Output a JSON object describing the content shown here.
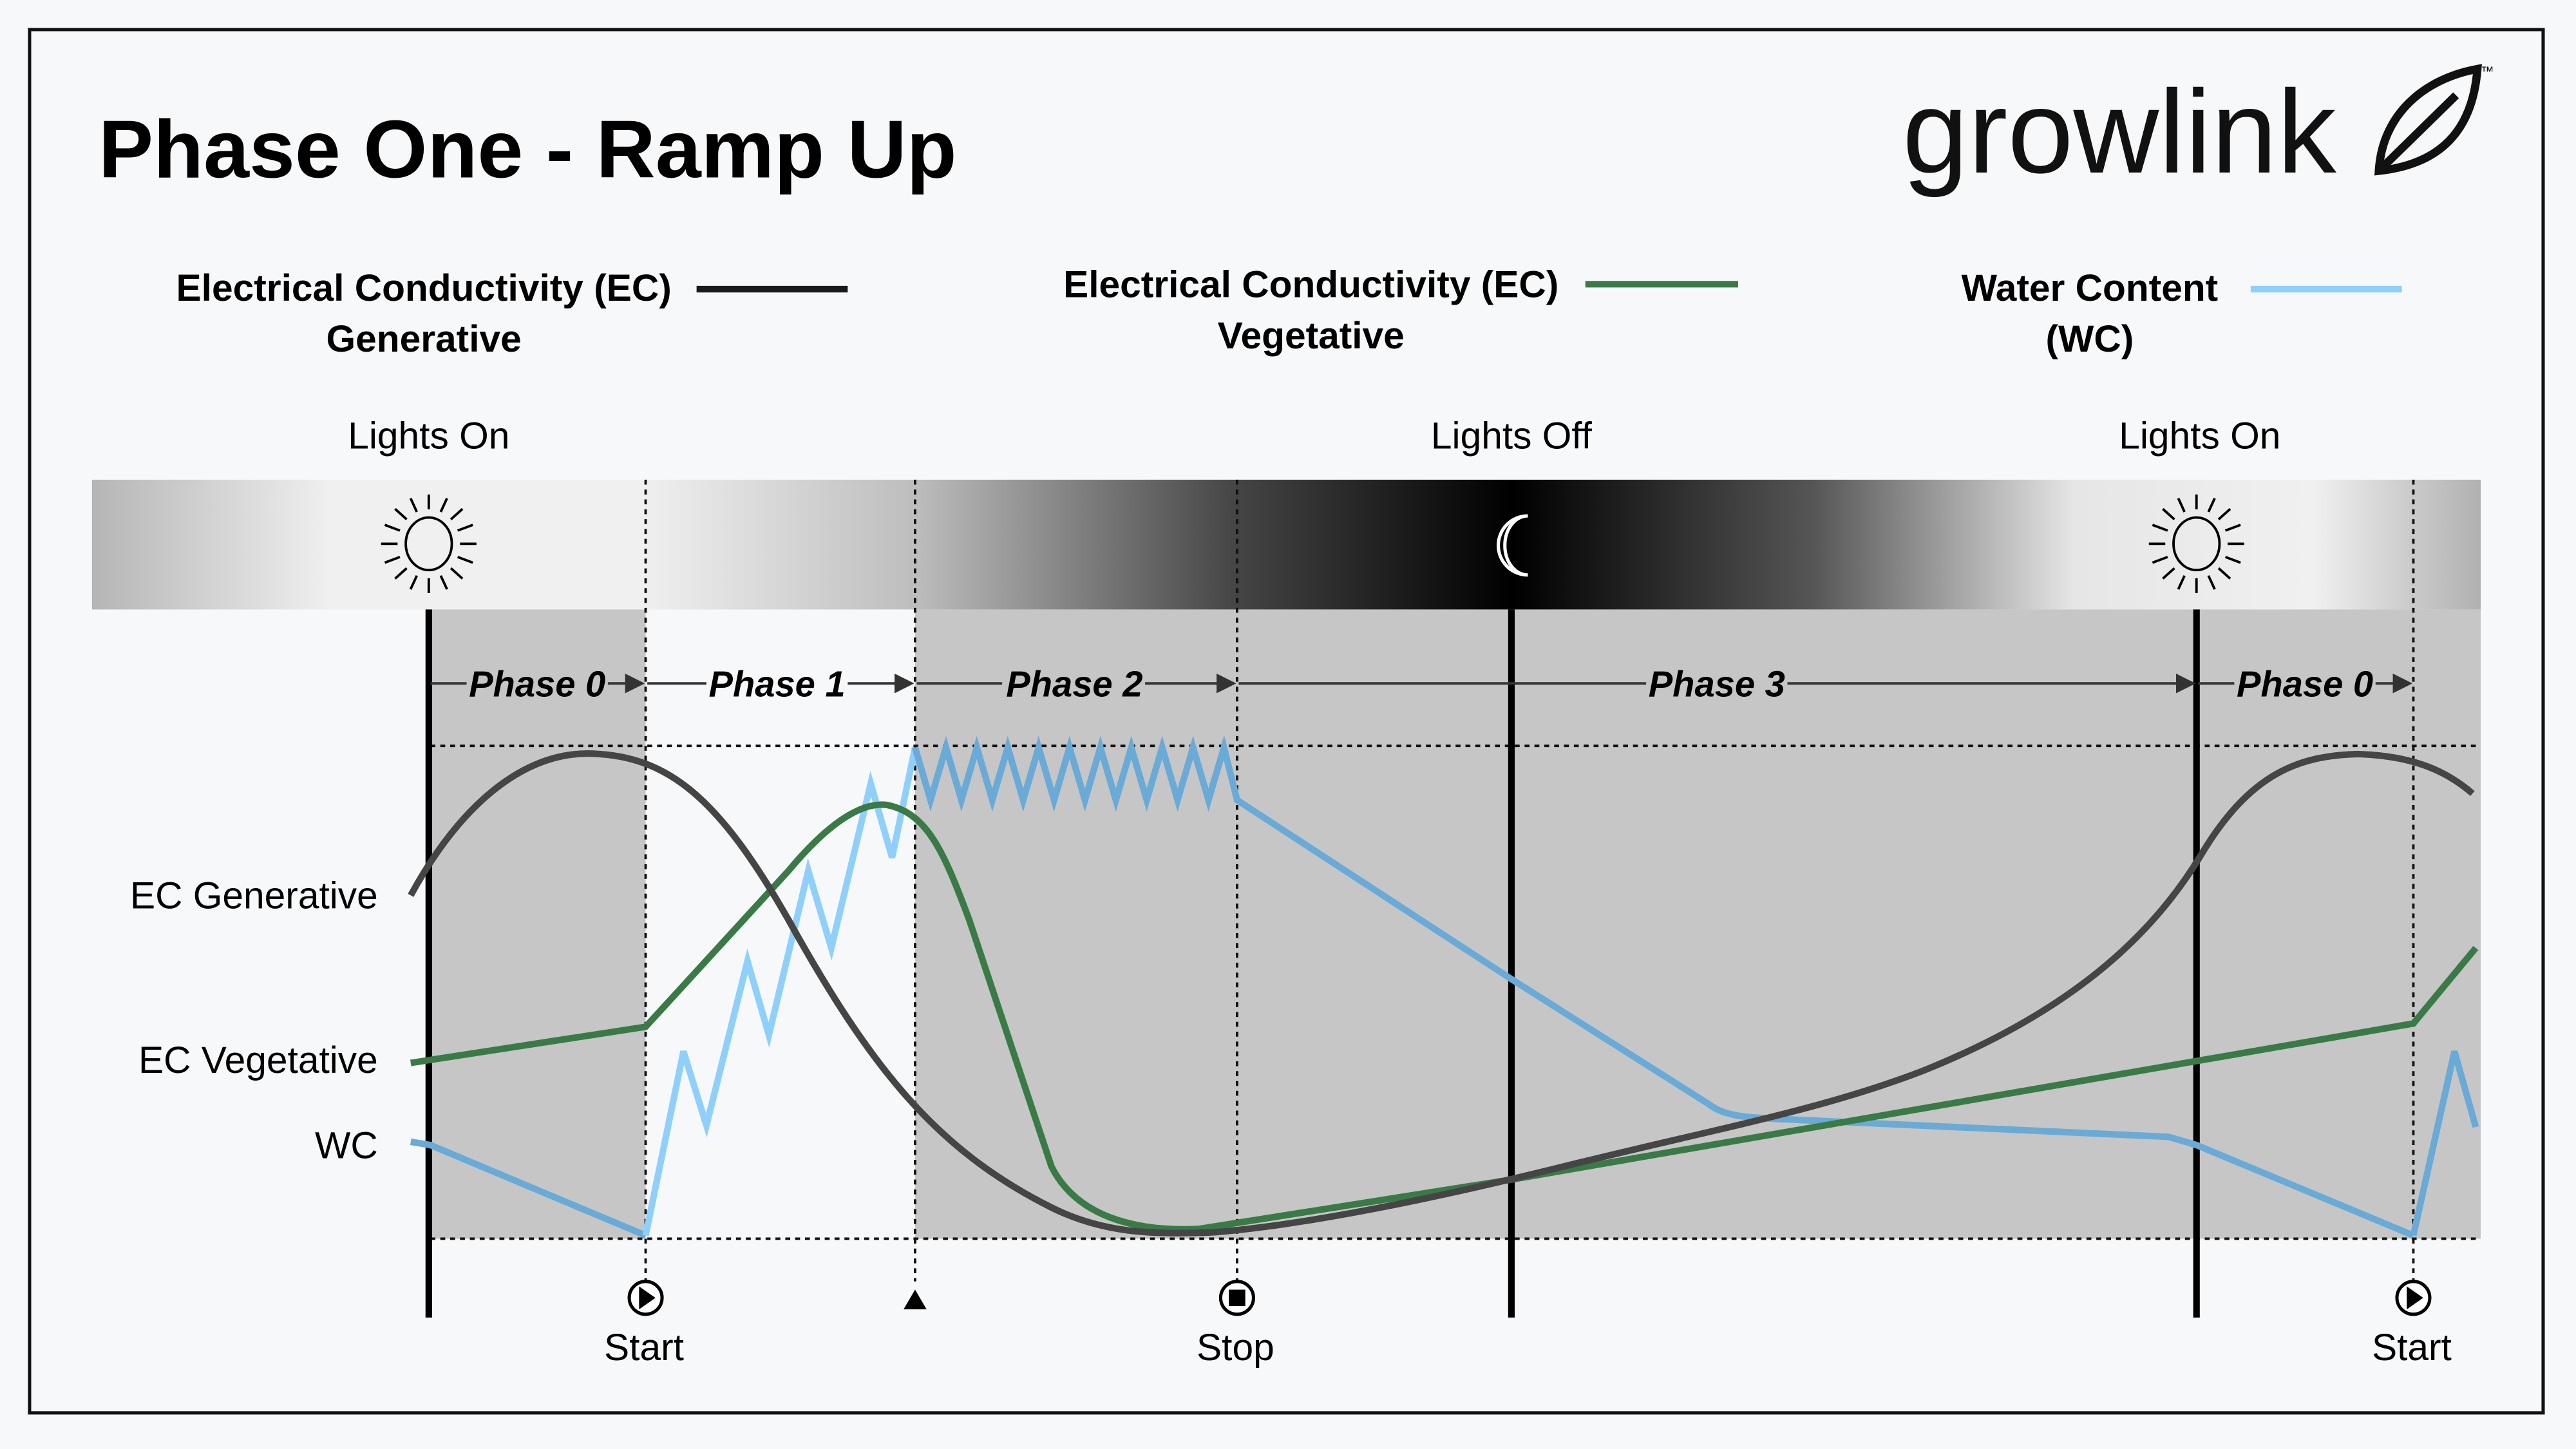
{
  "title": "Phase One - Ramp Up",
  "logo": {
    "text": "growlink",
    "tm": "™"
  },
  "legend": [
    {
      "line1": "Electrical Conductivity (EC)",
      "line2": "Generative",
      "color": "#1a1a1a"
    },
    {
      "line1": "Electrical Conductivity (EC)",
      "line2": "Vegetative",
      "color": "#3a7a47"
    },
    {
      "line1": "Water Content",
      "line2": "(WC)",
      "color": "#8fd0fb"
    }
  ],
  "lighting": {
    "left": "Lights On",
    "middle": "Lights Off",
    "right": "Lights On"
  },
  "phases": [
    "Phase 0",
    "Phase 1",
    "Phase 2",
    "Phase 3",
    "Phase 0"
  ],
  "y_labels": {
    "ec_generative": "EC Generative",
    "ec_vegetative": "EC Vegetative",
    "wc": "WC"
  },
  "markers": {
    "start": "Start",
    "stop": "Stop",
    "start2": "Start"
  },
  "colors": {
    "generative": "#454545",
    "vegetative": "#3a7a47",
    "wc_light": "#8fd0fb",
    "wc": "#6aaad6",
    "shade": "#c6c6c6"
  }
}
